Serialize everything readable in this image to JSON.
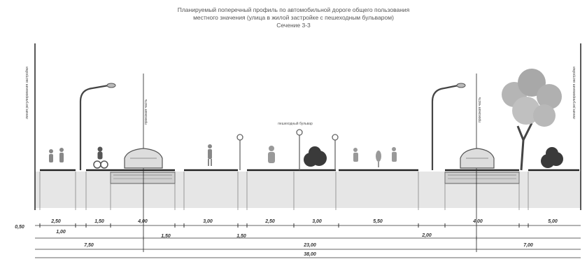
{
  "title": {
    "line1": "Планируемый поперечный профиль по автомобильной дороге общего пользования",
    "line2": "местного значения (улица в жилой застройке с пешеходным бульваром)",
    "line3": "Сечение 3-3"
  },
  "labels": {
    "left_red_line": "линия регулирования застройки",
    "right_red_line": "линия регулирования застройки",
    "boulevard": "пешеходный бульвар",
    "carriageway_left": "проезжая часть",
    "carriageway_right": "проезжая часть"
  },
  "dimensions": {
    "row1": [
      "2,50",
      "1,50",
      "4,00",
      "3,00",
      "2,50",
      "3,00",
      "5,50",
      "4,00",
      "5,00"
    ],
    "row2": [
      "0,50",
      "1,00",
      "1,50",
      "1,50",
      "2,00"
    ],
    "row3": [
      "7,50",
      "23,00",
      "7,00"
    ],
    "total": "38,00"
  },
  "colors": {
    "ground": "#e6e6e6",
    "line": "#222222",
    "tree": "#4a4a4a"
  },
  "icons": [
    "pedestrian-icon",
    "cyclist-icon",
    "car-icon",
    "street-lamp-icon",
    "bollard-lamp-icon",
    "shrub-icon",
    "tree-icon",
    "small-tree-icon"
  ]
}
